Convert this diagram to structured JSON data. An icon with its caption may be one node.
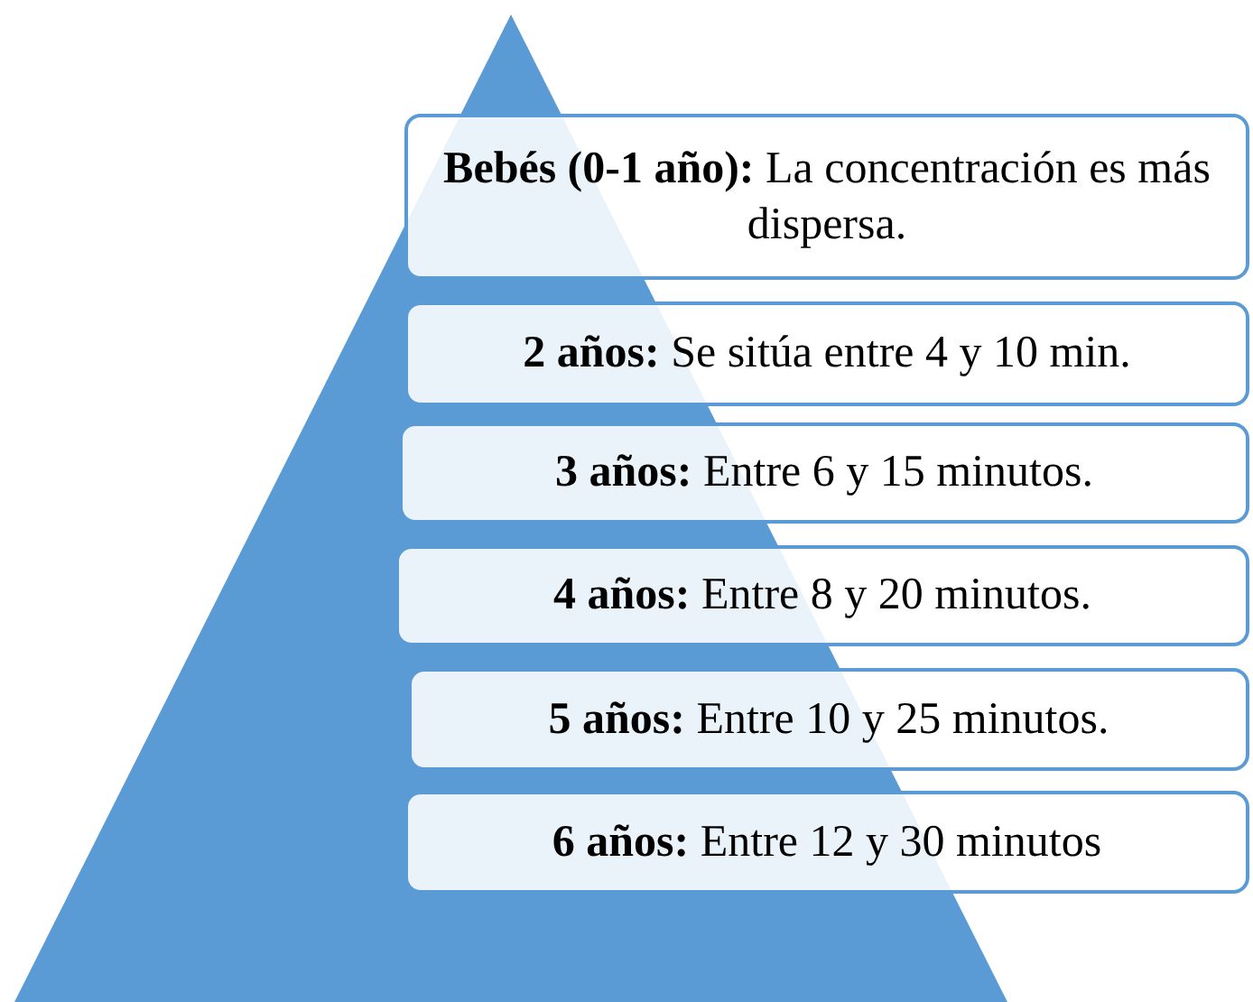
{
  "diagram": {
    "nodes": [
      {
        "text": [
          "**Bebés (0-1 año):** La concentración es más dispersa."
        ]
      },
      {
        "text": [
          "**2 años:** Se sitúa entre 4 y 10 min."
        ]
      },
      {
        "text": [
          "**3 años:** Entre 6 y 15 minutos."
        ]
      },
      {
        "text": [
          "**4 años:** Entre 8 y 20 minutos."
        ]
      },
      {
        "text": [
          "**5 años:** Entre 10 y 25 minutos."
        ]
      },
      {
        "text": [
          "**6 años:** Entre 12 y 30 minutos"
        ]
      }
    ]
  }
}
